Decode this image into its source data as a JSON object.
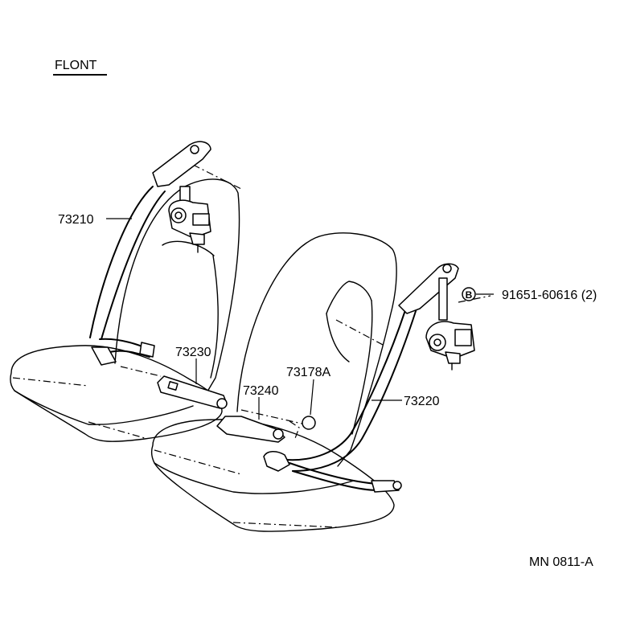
{
  "diagram": {
    "front_label": "FLONT",
    "code": "MN 0811-A",
    "parts": [
      {
        "id": "73210"
      },
      {
        "id": "73230"
      },
      {
        "id": "73240"
      },
      {
        "id": "73178A"
      },
      {
        "id": "73220"
      }
    ],
    "bolt": {
      "marker": "B",
      "part": "91651-60616 (2)"
    }
  }
}
